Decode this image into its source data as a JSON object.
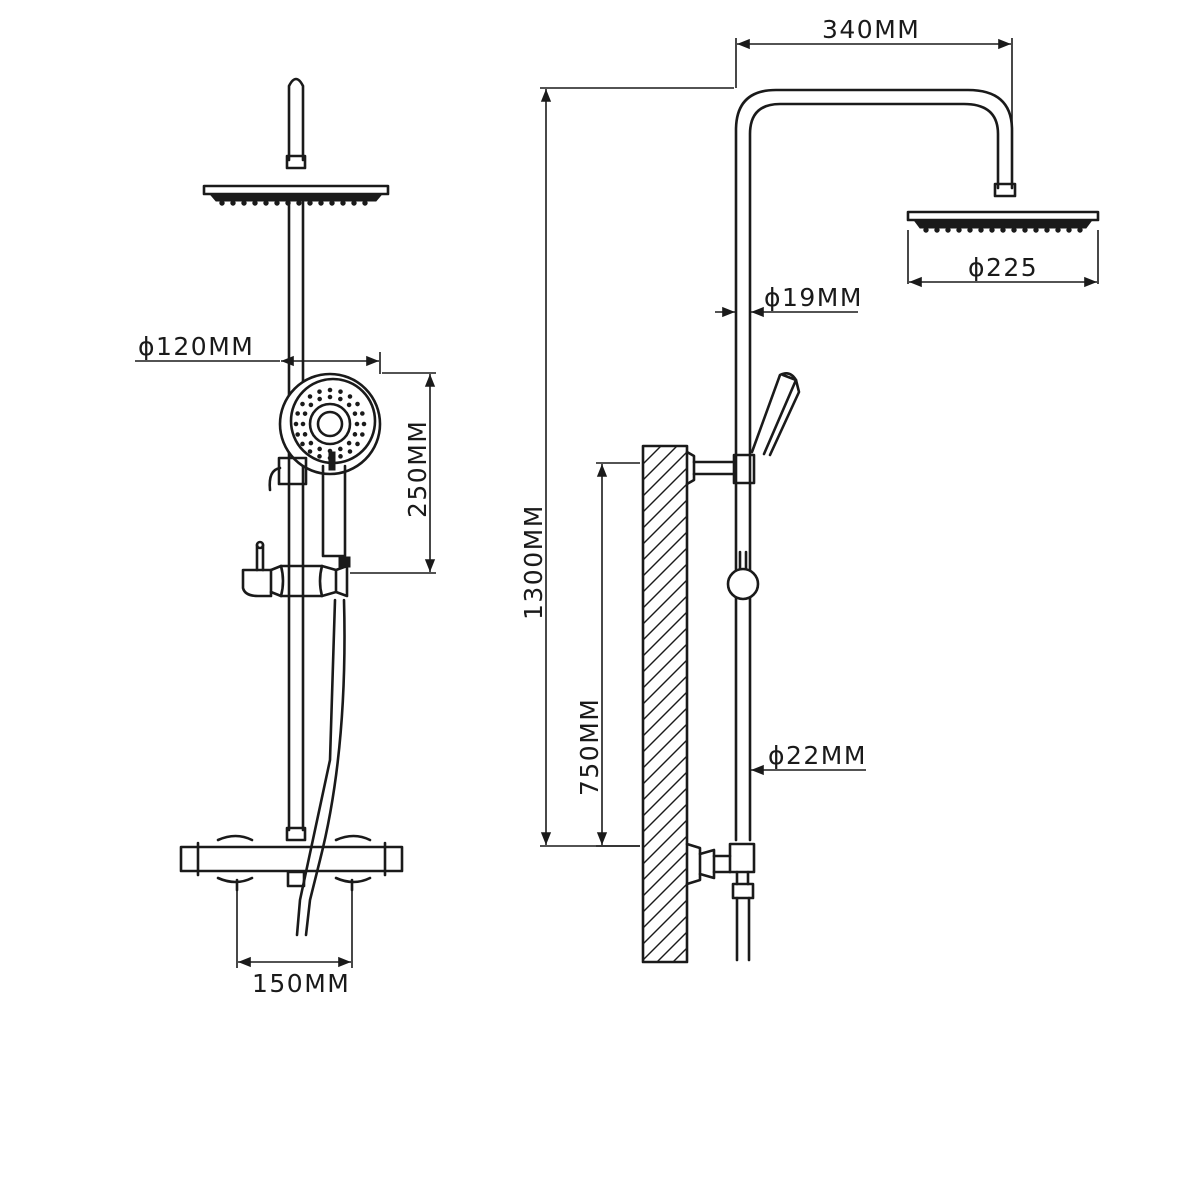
{
  "dimensions": {
    "arm_reach": "340MM",
    "head_dia": "ϕ225",
    "arm_pipe_dia": "ϕ19MM",
    "hand_shower_dia": "ϕ120MM",
    "hand_shower_len": "250MM",
    "total_height": "1300MM",
    "mount_height": "750MM",
    "bar_pipe_dia": "ϕ22MM",
    "inlet_spacing": "150MM"
  },
  "colors": {
    "line": "#1a1a1a",
    "background": "#ffffff"
  }
}
